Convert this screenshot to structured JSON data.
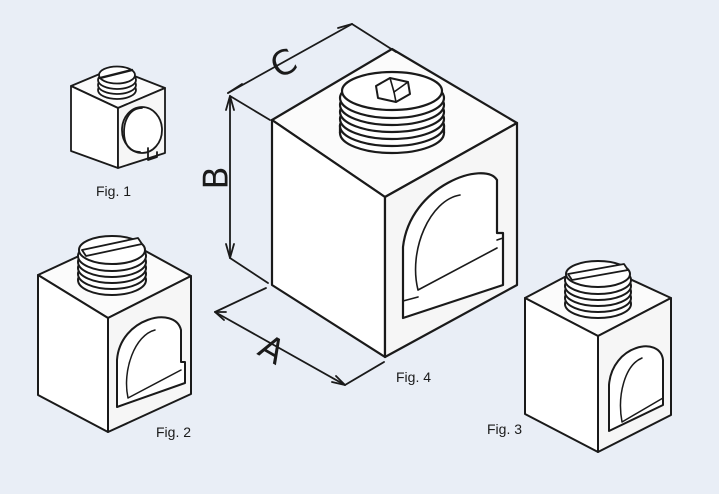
{
  "figures": {
    "fig1": "Fig. 1",
    "fig2": "Fig. 2",
    "fig3": "Fig. 3",
    "fig4": "Fig. 4"
  },
  "dimensions": {
    "a": "A",
    "b": "B",
    "c": "C"
  },
  "colors": {
    "background": "#e9eef6",
    "line": "#1a1a1a",
    "face_front": "#ffffff",
    "face_side": "#f4f4f4",
    "face_top": "#fbfbfb"
  }
}
